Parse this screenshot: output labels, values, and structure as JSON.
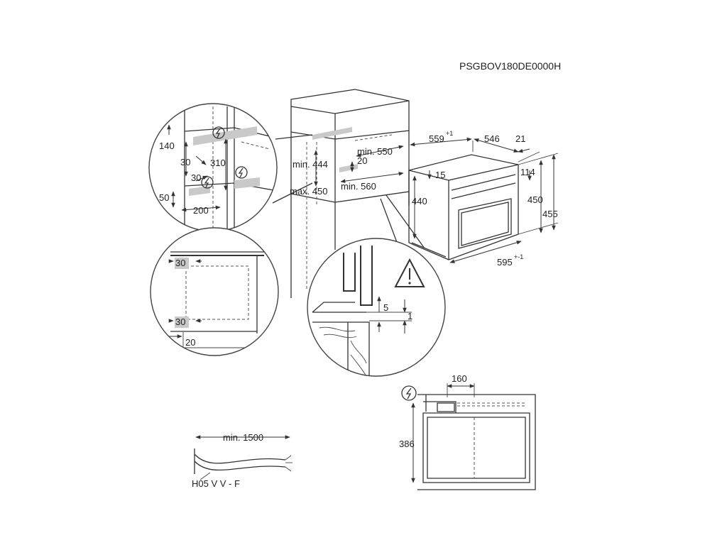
{
  "model_code": "PSGBOV180DE0000H",
  "power_symbol": "lightning-bolt-icon",
  "warning_symbol": "warning-triangle-icon",
  "niche_dims": {
    "min_444": "min. 444",
    "max_450": "max. 450",
    "min_550": "min. 550",
    "gap_20": "20",
    "min_560": "min. 560"
  },
  "top_detail": {
    "d140": "140",
    "d30a": "30",
    "d310": "310",
    "d30b": "30",
    "d50": "50",
    "d200": "200"
  },
  "side_detail": {
    "top30": "30",
    "bottom30": "30",
    "d20": "20"
  },
  "edge_detail": {
    "d5": "5",
    "d1": "1"
  },
  "appliance_dims": {
    "depth_559": "559",
    "depth_559_sup": "+1",
    "depth_546": "546",
    "front_21": "21",
    "d15": "15",
    "d114": "114",
    "h440": "440",
    "h450": "450",
    "h455": "455",
    "w595": "595",
    "w595_sup": "+-1"
  },
  "connection_dims": {
    "d160": "160",
    "h386": "386"
  },
  "cable": {
    "length": "min. 1500",
    "type": "H05 V V - F"
  }
}
